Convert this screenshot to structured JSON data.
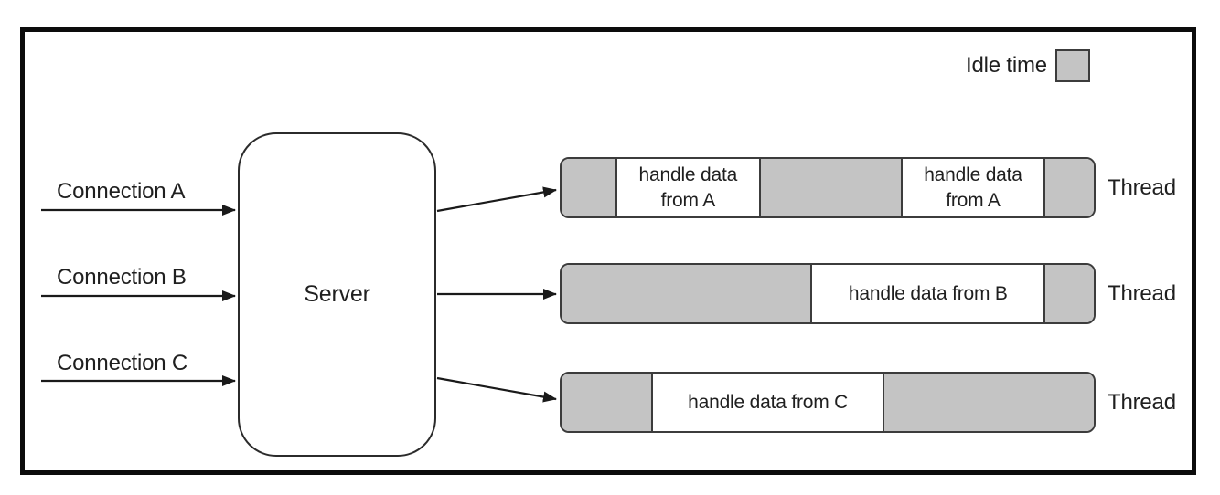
{
  "legend": {
    "label": "Idle time"
  },
  "server": {
    "label": "Server"
  },
  "connections": [
    {
      "label": "Connection A"
    },
    {
      "label": "Connection B"
    },
    {
      "label": "Connection C"
    }
  ],
  "threads": [
    {
      "label": "Thread",
      "segments": [
        {
          "kind": "idle",
          "width_pct": 10.1,
          "text": ""
        },
        {
          "kind": "busy",
          "width_pct": 27.0,
          "text": "handle data from A"
        },
        {
          "kind": "idle",
          "width_pct": 26.7,
          "text": ""
        },
        {
          "kind": "busy",
          "width_pct": 26.7,
          "text": "handle data from A"
        },
        {
          "kind": "idle",
          "width_pct": 9.5,
          "text": ""
        }
      ]
    },
    {
      "label": "Thread",
      "segments": [
        {
          "kind": "idle",
          "width_pct": 46.8,
          "text": ""
        },
        {
          "kind": "busy",
          "width_pct": 43.8,
          "text": "handle data from B"
        },
        {
          "kind": "idle",
          "width_pct": 9.4,
          "text": ""
        }
      ]
    },
    {
      "label": "Thread",
      "segments": [
        {
          "kind": "idle",
          "width_pct": 16.9,
          "text": ""
        },
        {
          "kind": "busy",
          "width_pct": 43.4,
          "text": "handle data from C"
        },
        {
          "kind": "idle",
          "width_pct": 39.7,
          "text": ""
        }
      ]
    }
  ],
  "colors": {
    "idle_fill": "#c4c4c4",
    "busy_fill": "#ffffff",
    "line": "#1a1a1a"
  }
}
